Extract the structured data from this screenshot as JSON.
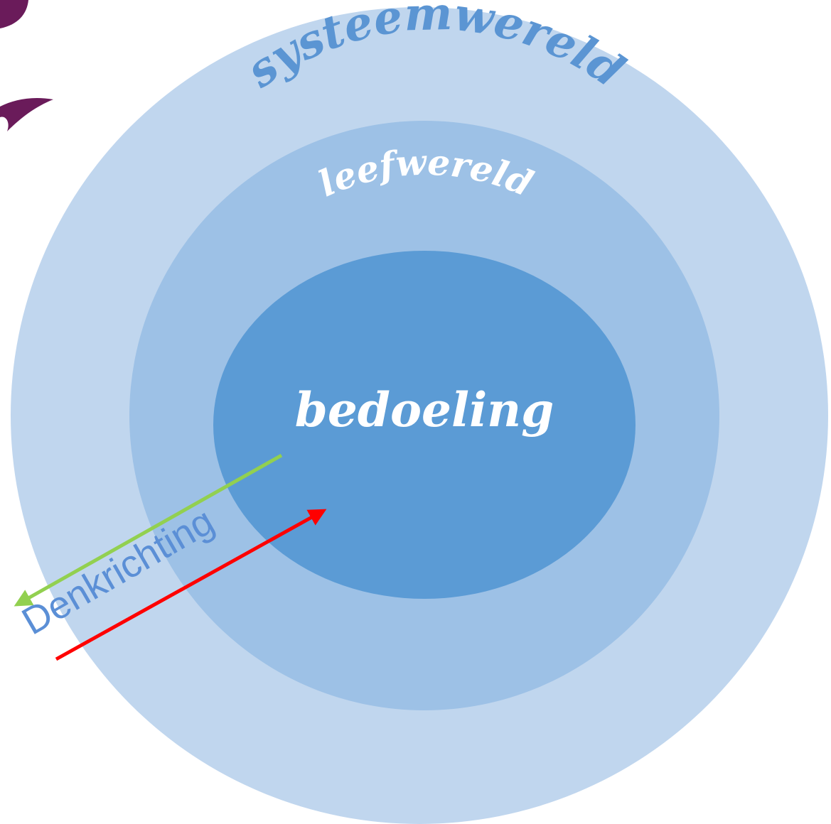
{
  "diagram": {
    "rings": {
      "outer": {
        "label": "systeemwereld",
        "color": "#c0d6ee"
      },
      "middle": {
        "label": "leefwereld",
        "color": "#9dc1e6"
      },
      "inner": {
        "label": "bedoeling",
        "color": "#5b9bd5"
      }
    },
    "outer_label_color": "#5b95d3",
    "inner_label_color": "#ffffff",
    "arrows": {
      "outward": {
        "color": "#92d050"
      },
      "inward": {
        "color": "#ff0000"
      }
    },
    "direction_label": {
      "text": "Denkrichting",
      "color": "#5b8fd6"
    },
    "decoration_color": "#6a1b5a"
  }
}
